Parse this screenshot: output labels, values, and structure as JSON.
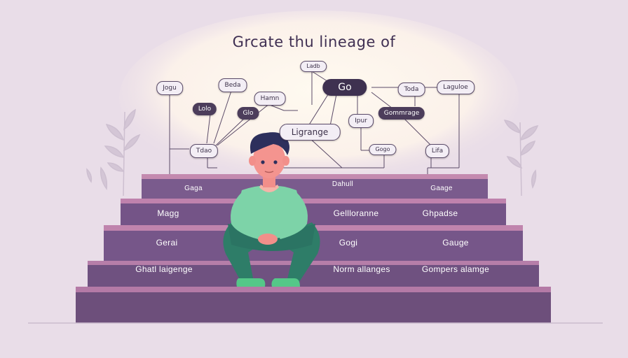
{
  "title": "Grcate thu lineage of",
  "nodes": {
    "ladb": "Ladb",
    "go": "Go",
    "jogu": "Jogu",
    "beda": "Beda",
    "toda": "Toda",
    "laguloe": "Laguloe",
    "lolo": "Lolo",
    "hamn": "Hamn",
    "glo": "Glo",
    "ligrange": "Ligrange",
    "ipur": "Ipur",
    "gommrage": "Gommrage",
    "tdao": "Tdao",
    "gogo": "Gogo",
    "lifa": "Lifa"
  },
  "steps": {
    "row1_left": "Gaga",
    "row1_mid": "Dahull",
    "row1_right": "Gaage",
    "row2_left": "Magg",
    "row2_mid": "Gellloranne",
    "row2_right": "Ghpadse",
    "row3_left": "Gerai",
    "row3_mid": "Gogi",
    "row3_right": "Gauge",
    "row4_left": "Ghatl laigenge",
    "row4_mid": "Norm allanges",
    "row4_right": "Gompers alamge"
  },
  "colors": {
    "background": "#e9dde8",
    "glow": "#fbf3ea",
    "step_top": "#b47aa6",
    "step_face": "#6d4f7b",
    "node_dark": "#4c3d5b",
    "shirt": "#7dd3a8",
    "pants": "#2e7d68",
    "shoes": "#55c788",
    "hair": "#2d2f5c",
    "skin": "#f28f8a"
  }
}
